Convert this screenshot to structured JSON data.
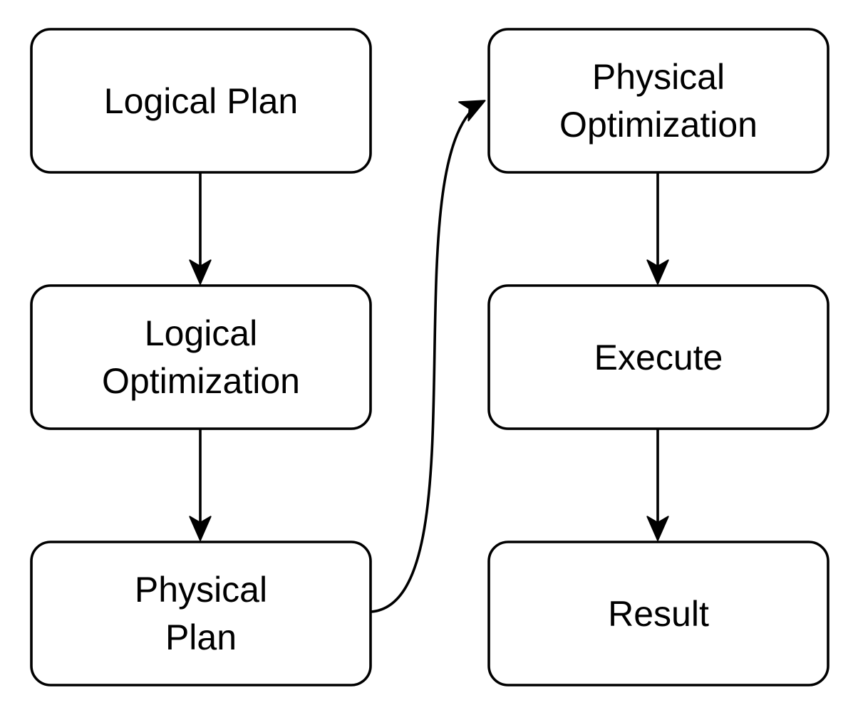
{
  "diagram": {
    "type": "flowchart",
    "background_color": "#ffffff",
    "stroke_color": "#000000",
    "node_fill_color": "#ffffff",
    "text_color": "#000000",
    "nodes": [
      {
        "id": "logical-plan",
        "lines": [
          "Logical Plan",
          ""
        ]
      },
      {
        "id": "logical-optimization",
        "lines": [
          "Logical",
          "Optimization"
        ]
      },
      {
        "id": "physical-plan",
        "lines": [
          "Physical",
          "Plan"
        ]
      },
      {
        "id": "physical-optimization",
        "lines": [
          "Physical",
          "Optimization"
        ]
      },
      {
        "id": "execute",
        "lines": [
          "Execute",
          ""
        ]
      },
      {
        "id": "result",
        "lines": [
          "Result",
          ""
        ]
      }
    ],
    "edges": [
      {
        "from": "logical-plan",
        "to": "logical-optimization",
        "style": "straight-down"
      },
      {
        "from": "logical-optimization",
        "to": "physical-plan",
        "style": "straight-down"
      },
      {
        "from": "physical-plan",
        "to": "physical-optimization",
        "style": "curved-s"
      },
      {
        "from": "physical-optimization",
        "to": "execute",
        "style": "straight-down"
      },
      {
        "from": "execute",
        "to": "result",
        "style": "straight-down"
      }
    ]
  }
}
